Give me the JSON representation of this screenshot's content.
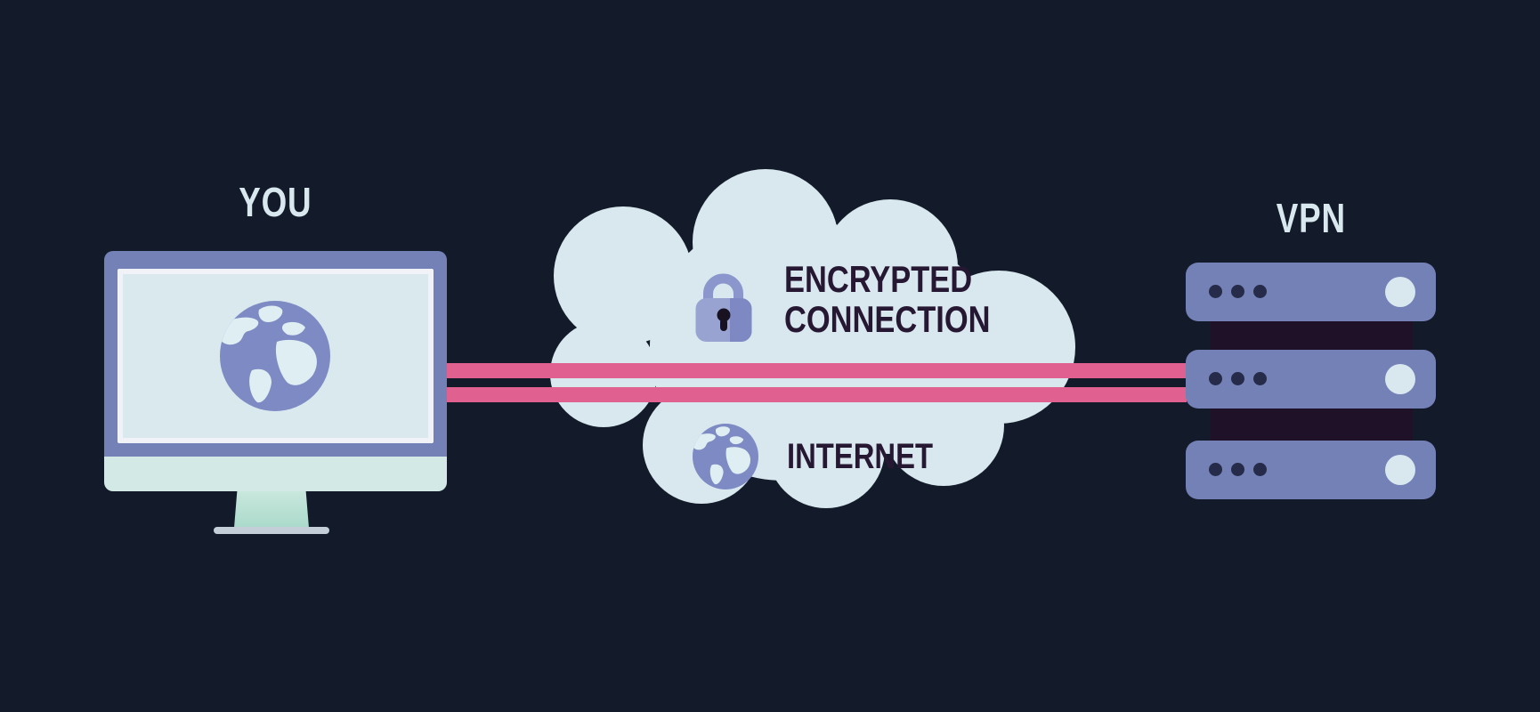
{
  "title": "VPN encrypted connection diagram",
  "labels": {
    "you": "YOU",
    "vpn": "VPN",
    "encrypted_line1": "ENCRYPTED",
    "encrypted_line2": "CONNECTION",
    "internet": "INTERNET"
  },
  "diagram": {
    "type": "vpn-flow",
    "nodes": [
      {
        "id": "you",
        "label": "YOU",
        "icon": "monitor-globe-icon"
      },
      {
        "id": "internet-cloud",
        "labels": [
          "ENCRYPTED",
          "CONNECTION",
          "INTERNET"
        ],
        "icons": [
          "lock-icon",
          "globe-icon"
        ]
      },
      {
        "id": "vpn",
        "label": "VPN",
        "icon": "server-stack-icon",
        "server_bays": 3
      }
    ],
    "connection": {
      "from": "you",
      "to": "vpn",
      "lines": 2
    }
  },
  "colors": {
    "background": "#131b2b",
    "cloud": "#d9e8ee",
    "accent-pink": "#e06190",
    "device-purple": "#7381b6",
    "lock-purple-light": "#99a3d2",
    "lock-purple-dark": "#7e89c4",
    "shackle-purple": "#8b96cc",
    "globe-sea": "#7e8ac3",
    "globe-land": "#dfeef2",
    "screen-light": "#d9e9ee",
    "screen-border": "#f1f2f7",
    "mint": "#d3e9e5",
    "stand-top": "#c9e7dd",
    "stand-bottom": "#aadacb",
    "base-gray": "#c3ced8",
    "spine-dark": "#1f1127",
    "dot-navy": "#262b49",
    "keyhole-dark": "#191221",
    "text-dark": "#261833",
    "text-light": "#d9e8ee"
  }
}
